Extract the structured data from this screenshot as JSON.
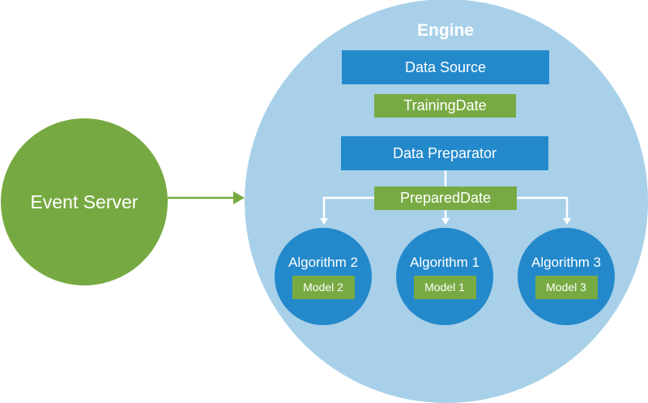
{
  "diagram": {
    "event_server": {
      "label": "Event Server",
      "color": "#77a942"
    },
    "engine": {
      "title": "Engine",
      "color": "#a8d0e9",
      "data_source": {
        "label": "Data Source"
      },
      "training_data": {
        "label": "TrainingDate"
      },
      "data_preparator": {
        "label": "Data Preparator"
      },
      "prepared_data": {
        "label": "PreparedDate"
      },
      "algorithms": [
        {
          "label": "Algorithm 2",
          "model": "Model 2"
        },
        {
          "label": "Algorithm 1",
          "model": "Model 1"
        },
        {
          "label": "Algorithm 3",
          "model": "Model 3"
        }
      ]
    },
    "colors": {
      "blue_box": "#2389cb",
      "green_box": "#78aa43",
      "arrow_white": "#ffffff",
      "arrow_green": "#77a942"
    }
  }
}
